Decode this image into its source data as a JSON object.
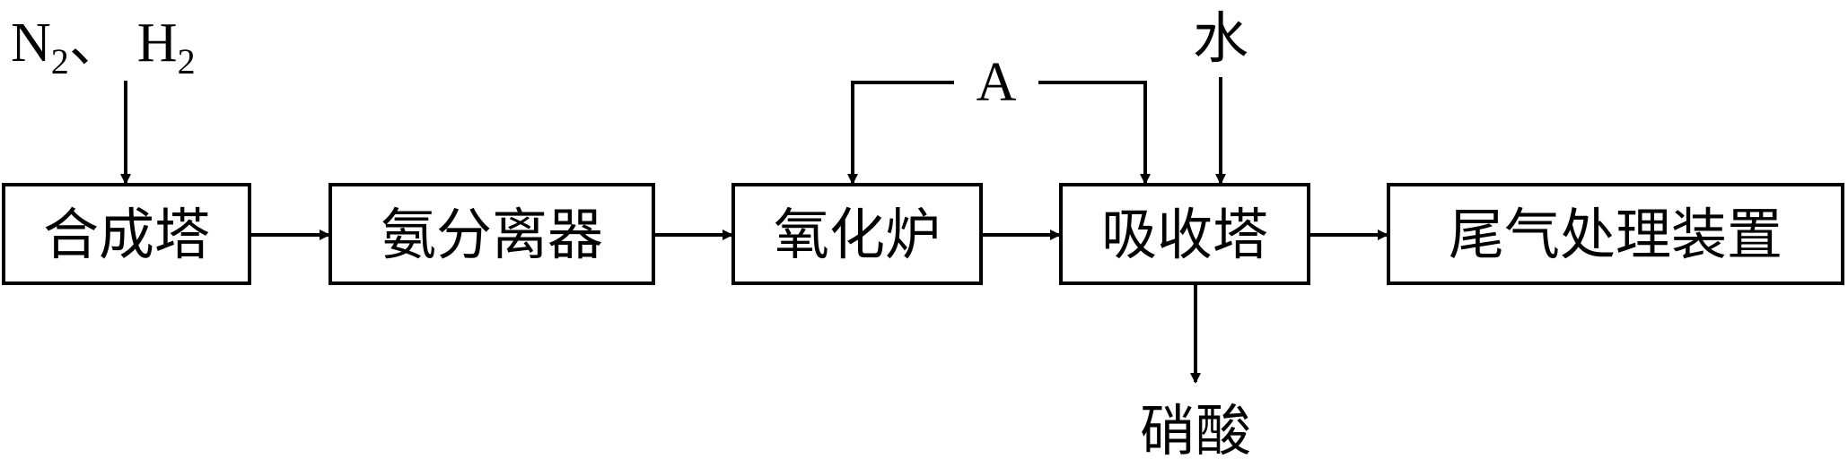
{
  "inputs": {
    "n2": "N",
    "n2_sub": "2",
    "separator": "、",
    "h2": "H",
    "h2_sub": "2",
    "recycle": "A",
    "water": "水"
  },
  "boxes": [
    {
      "id": "synthesis-tower",
      "label": "合成塔"
    },
    {
      "id": "ammonia-separator",
      "label": "氨分离器"
    },
    {
      "id": "oxidation-furnace",
      "label": "氧化炉"
    },
    {
      "id": "absorption-tower",
      "label": "吸收塔"
    },
    {
      "id": "tail-gas-unit",
      "label": "尾气处理装置"
    }
  ],
  "outputs": {
    "product": "硝酸"
  }
}
